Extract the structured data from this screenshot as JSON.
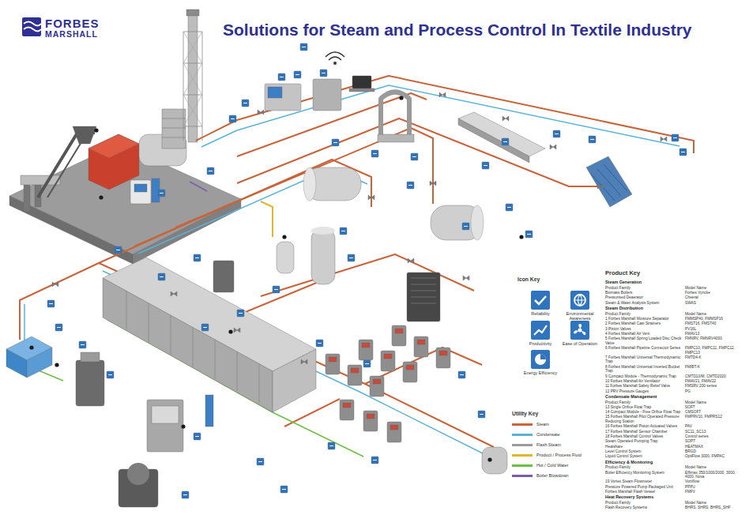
{
  "diagram": {
    "title": "Solutions for Steam and Process Control In Textile Industry",
    "nodes": [
      {
        "text": [
          "Icon Key"
        ]
      },
      {
        "text": [
          "Utility Key"
        ]
      },
      {
        "text": [
          "Product Key"
        ]
      }
    ],
    "labels": [
      "FORBES",
      "MARSHALL",
      "Steam Generation",
      "Product Family",
      "Model Name",
      "Biomass Boilers",
      "Forbes Vyncke",
      "Pressurised Deaerator",
      "Cheeral",
      "Steam & Water Analysis System",
      "SWAS",
      "Steam Distribution",
      "Product Family",
      "Model Name",
      "1 Forbes Marshall Moisture Separator",
      "FMMSP40, FMMSP16",
      "2 Forbes Marshall Cast Strainers",
      "FMST16, FMST40",
      "3 Piston Valves",
      "PV16L",
      "4 Forbes Marshall Air Vent",
      "FMAV13",
      "5 Forbes Marshall Spring Loaded Disc Check Valve",
      "FMNRV, FMNRV4000",
      "6 Forbes Marshall Pipeline Connector Series",
      "FMPC10, FMPC11, FMPC12, FMPC13",
      "7 Forbes Marshall Universal Thermodynamic Trap",
      "FMTD4-K",
      "8 Forbes Marshall Universal Inverted Bucket Trap",
      "FMIBT-K",
      "9 Compact Module - Thermodynamic Trap",
      "CMTD10/M, CMTD2020",
      "10 Forbes Marshall Air Ventilator",
      "FMAV21, FMAV22",
      "11 Forbes Marshall Safety Relief Valve",
      "FMSRV 200 series",
      "12 PRV Pressure Gauges",
      "PG",
      "Condensate Management",
      "Product Family",
      "Model Name",
      "13 Single Orifice Float Trap",
      "SOFT",
      "14 Compact Module - Free Orifice Float Trap",
      "CMSOFT",
      "15 Forbes Marshall Pilot Operated Pressure Reducing Station",
      "FMPRV10, FMPRS12",
      "16 Forbes Marshall Piston Actuated Valves",
      "PAV",
      "17 Forbes Marshall Sensor Chamber",
      "SC11, SC13",
      "18 Forbes Marshall Control Valves",
      "Control series",
      "Steam Operated Pumping Trap",
      "SOPT",
      "Heatshare",
      "HEATMAX",
      "Level Control System",
      "BRGD",
      "Liquid Control System",
      "OptiFlow 3000, FMPAC",
      "Efficiency & Monitoring",
      "Product Family",
      "Model Name",
      "Boiler Efficiency Monitoring System",
      "Effimax 350/1000/2000, 3000, 4000, Nova",
      "19 Vortex Steam Flowmeter",
      "Vortiflow",
      "Pressure Powered Pump Packaged Unit",
      "PPPU",
      "Forbes Marshall Flash Vessel",
      "FMFV",
      "Heat Recovery Systems",
      "Product Family",
      "Model Name",
      "Flash Recovery Systems",
      "BHRS, SHRS, BHRS_SHF"
    ],
    "legend": [
      {
        "text": "Reliability"
      },
      {
        "text": "Environmental Awareness"
      },
      {
        "text": "Productivity"
      },
      {
        "text": "Ease of Operation"
      },
      {
        "text": "Energy Efficiency"
      },
      {
        "text": "Steam",
        "color": "#c8643a"
      },
      {
        "text": "Condensate",
        "color": "#5bb3dc"
      },
      {
        "text": "Flash Steam",
        "color": "#9a9a9a"
      },
      {
        "text": "Product / Process Fluid",
        "color": "#e3b52c"
      },
      {
        "text": "Hot / Cold Water",
        "color": "#6bbf45"
      },
      {
        "text": "Boiler Blowdown",
        "color": "#7a5ca8"
      }
    ]
  }
}
